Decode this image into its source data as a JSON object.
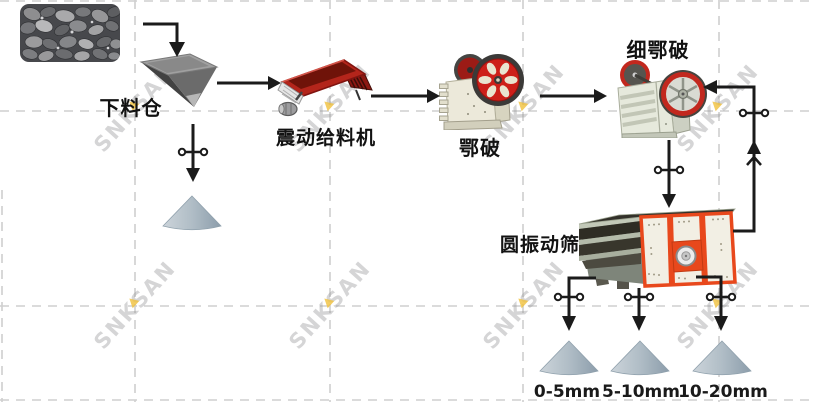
{
  "watermark": {
    "text": "SNKSAN"
  },
  "process": {
    "nodes": [
      {
        "id": "feed-hopper",
        "label": "下料仓"
      },
      {
        "id": "vibrating-feeder",
        "label": "震动给料机"
      },
      {
        "id": "jaw-crusher",
        "label": "鄂破"
      },
      {
        "id": "fine-jaw-crusher",
        "label": "细鄂破"
      },
      {
        "id": "circular-vibrating-screen",
        "label": "圆振动筛"
      }
    ],
    "outputs": [
      {
        "label": "0-5mm"
      },
      {
        "label": "5-10mm"
      },
      {
        "label": "10-20mm"
      }
    ]
  },
  "icons": {
    "flow_arrow": "solid-black-arrow",
    "splitter_gate": "crossbar-with-end-loops",
    "stockpile": "gray-blue-cone",
    "raw_material": "gravel-photo-thumbnail"
  },
  "colors": {
    "line_black": "#1b1b1b",
    "grid_dash_gray": "#cfcfcf",
    "screen_orange": "#e8481c",
    "machine_red": "#c0241a",
    "feeder_red": "#b3251b",
    "body_cream": "#ece9da",
    "body_sage": "#e6e9dc",
    "cone_gray_blue": "#a9b8c2",
    "hopper_dark_gray": "#474747",
    "watermark_gray": "#969698",
    "watermark_accent_yellow": "#f0c03c"
  }
}
